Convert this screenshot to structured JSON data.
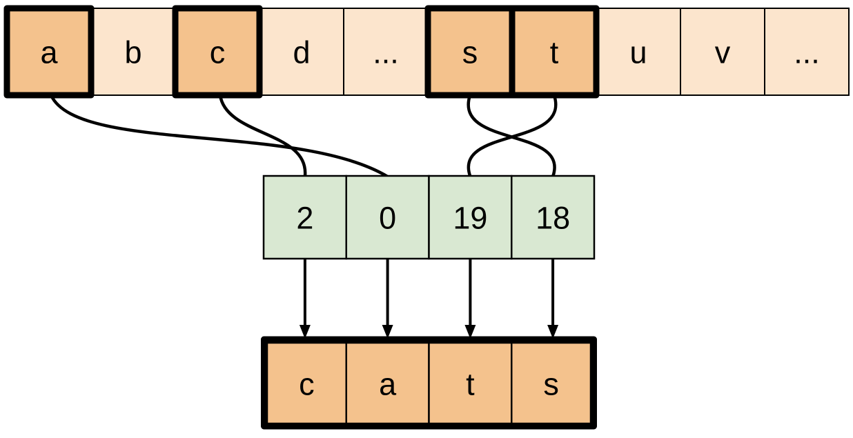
{
  "colors": {
    "background": "#ffffff",
    "cell_plain_fill": "#fce5cd",
    "cell_highlight_fill": "#f4c28d",
    "index_cell_fill": "#d9e8d2",
    "line_color": "#000000"
  },
  "alphabet_row": {
    "cells": [
      {
        "label": "a",
        "highlighted": true
      },
      {
        "label": "b",
        "highlighted": false
      },
      {
        "label": "c",
        "highlighted": true
      },
      {
        "label": "d",
        "highlighted": false
      },
      {
        "label": "...",
        "highlighted": false
      },
      {
        "label": "s",
        "highlighted": true
      },
      {
        "label": "t",
        "highlighted": true
      },
      {
        "label": "u",
        "highlighted": false
      },
      {
        "label": "v",
        "highlighted": false
      },
      {
        "label": "...",
        "highlighted": false
      }
    ]
  },
  "index_row": {
    "cells": [
      {
        "label": "2"
      },
      {
        "label": "0"
      },
      {
        "label": "19"
      },
      {
        "label": "18"
      }
    ]
  },
  "output_row": {
    "cells": [
      {
        "label": "c"
      },
      {
        "label": "a"
      },
      {
        "label": "t"
      },
      {
        "label": "s"
      }
    ]
  },
  "connections": [
    {
      "from": "a",
      "to": "0"
    },
    {
      "from": "c",
      "to": "2"
    },
    {
      "from": "s",
      "to": "18"
    },
    {
      "from": "t",
      "to": "19"
    }
  ]
}
